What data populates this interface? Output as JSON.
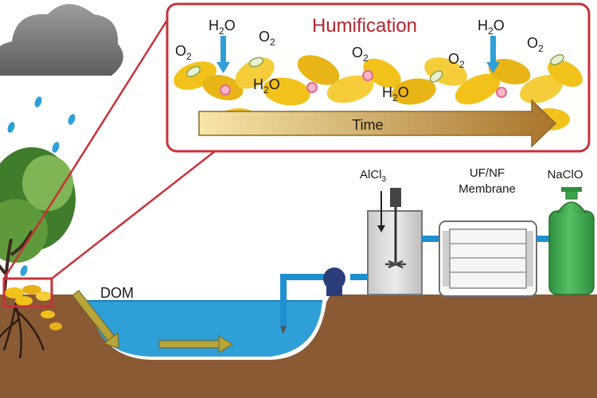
{
  "panel": {
    "title": "Humification",
    "time_label": "Time",
    "o2_labels": [
      "O",
      "O",
      "O",
      "O",
      "O"
    ],
    "o2_subscript": "2",
    "h2o_parts": [
      "H",
      "2",
      "O"
    ]
  },
  "labels": {
    "dom": "DOM",
    "coagulant": {
      "main": "AlCl",
      "sub": "3"
    },
    "membrane_line1": "UF/NF",
    "membrane_line2": "Membrane",
    "disinfectant": "NaClO"
  },
  "colors": {
    "title_red": "#b3262d",
    "panel_border": "#c8323a",
    "water": "#2f9fd8",
    "soil": "#8a5a34",
    "leaf": "#f2c21b",
    "time_arrow": "#b98b3f",
    "tank_green": "#3aa54a",
    "pipe": "#1f8fd0",
    "flow_arrow": "#b7a43a"
  }
}
